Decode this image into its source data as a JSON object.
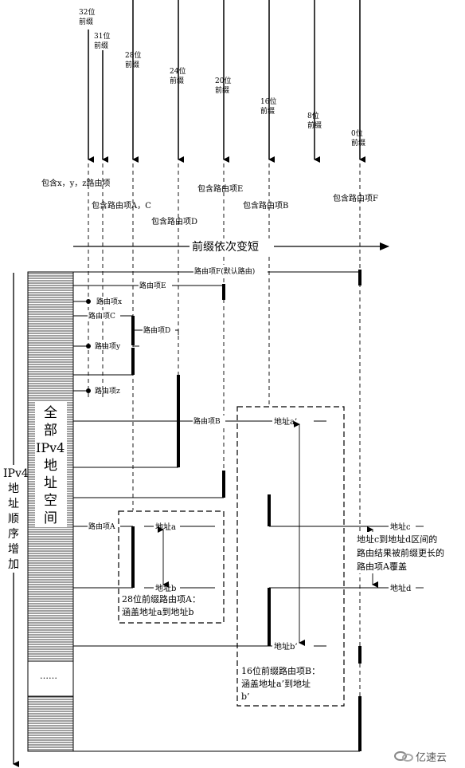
{
  "prefix_arrows": [
    {
      "bits": "32位",
      "unit": "前缀"
    },
    {
      "bits": "31位",
      "unit": "前缀"
    },
    {
      "bits": "28位",
      "unit": "前缀"
    },
    {
      "bits": "24位",
      "unit": "前缀"
    },
    {
      "bits": "20位",
      "unit": "前缀"
    },
    {
      "bits": "16位",
      "unit": "前缀"
    },
    {
      "bits": "8位",
      "unit": "前缀"
    },
    {
      "bits": "0位",
      "unit": "前缀"
    }
  ],
  "contains_labels": {
    "xyz": "包含x，y，z路由项",
    "ac": "包含路由项A，C",
    "d": "包含路由项D",
    "e": "包含路由项E",
    "b": "包含路由项B",
    "f": "包含路由项F"
  },
  "prefix_shorter": "前缀依次变短",
  "address_space": {
    "vertical": [
      "全",
      "部",
      "IPv4",
      "地",
      "址",
      "空",
      "间"
    ],
    "ellipsis": "……"
  },
  "left_axis": [
    "IPv4",
    "地",
    "址",
    "顺",
    "序",
    "增",
    "加"
  ],
  "routes": {
    "f": "路由项F(默认路由)",
    "e": "路由项E",
    "x": "路由项x",
    "c": "路由项C",
    "d": "路由项D",
    "y": "路由项y",
    "z": "路由项z",
    "b": "路由项B",
    "a": "路由项A"
  },
  "addresses": {
    "a_prime": "地址a’",
    "b_prime": "地址b’",
    "a": "地址a",
    "b": "地址b",
    "c": "地址c",
    "d": "地址d"
  },
  "note_cd": [
    "地址c到地址d区间的",
    "路由结果被前缀更长的",
    "路由项A覆盖"
  ],
  "box_a": [
    "28位前缀路由项A：",
    "涵盖地址a到地址b"
  ],
  "box_b": [
    "16位前缀路由项B：",
    "涵盖地址a’到地址",
    "b’"
  ],
  "watermark": "亿速云"
}
